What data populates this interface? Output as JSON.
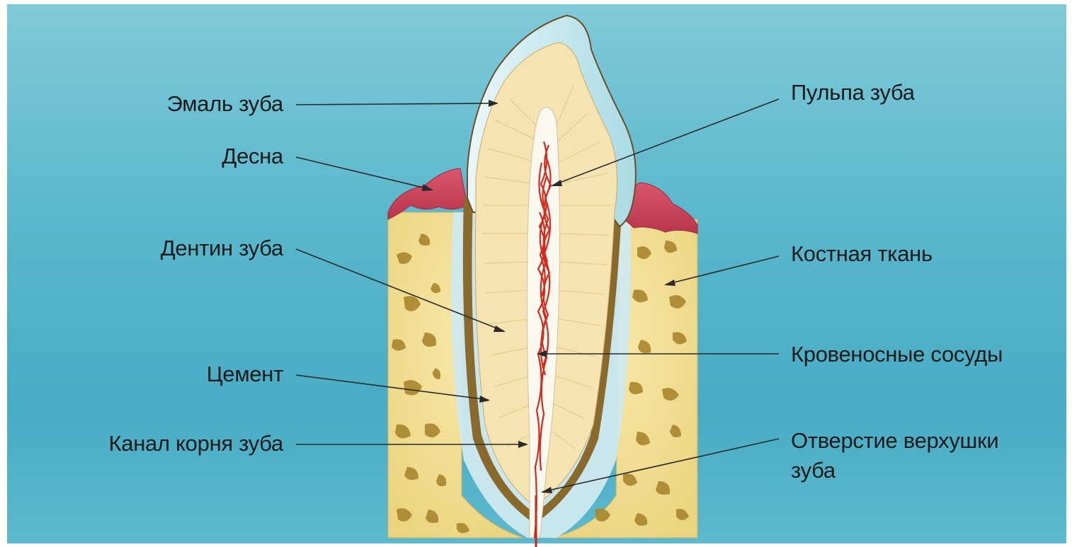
{
  "labels": {
    "enamel": "Эмаль зуба",
    "gum": "Десна",
    "dentin": "Дентин зуба",
    "cement": "Цемент",
    "root_canal": "Канал корня зуба",
    "pulp": "Пульпа зуба",
    "bone": "Костная ткань",
    "vessels": "Кровеносные сосуды",
    "apex_line1": "Отверстие верхушки",
    "apex_line2": "зуба"
  },
  "colors": {
    "background": "#5ab7cc",
    "enamel": "#d4eef2",
    "dentin": "#f6e6b6",
    "bone": "#f1dd92",
    "bone_spots": "#a8862e",
    "gum": "#c9435a",
    "cement": "#8a6a2c",
    "vessels": "#d82a1c"
  }
}
